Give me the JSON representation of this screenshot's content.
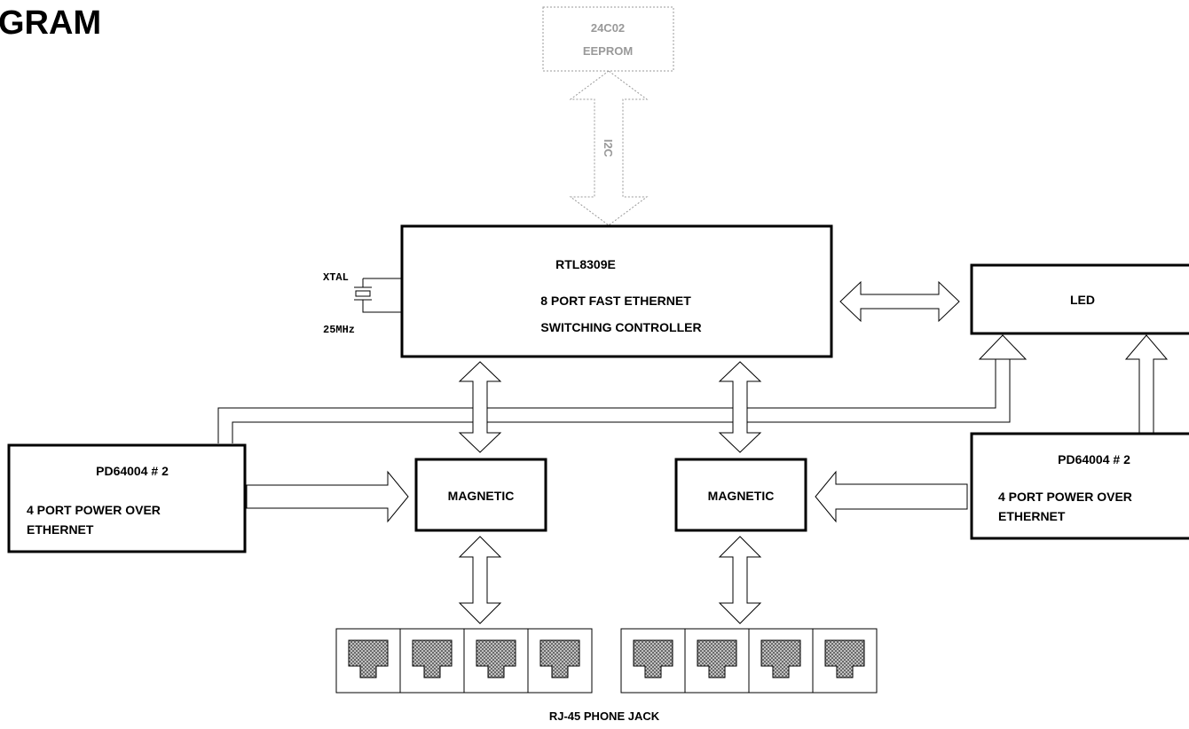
{
  "heading": "GRAM",
  "eeprom": {
    "line1": "24C02",
    "line2": "EEPROM"
  },
  "bus_label": "I2C",
  "controller": {
    "part": "RTL8309E",
    "line1": "8 PORT FAST ETHERNET",
    "line2": "SWITCHING CONTROLLER"
  },
  "crystal": {
    "label": "XTAL",
    "freq": "25MHz"
  },
  "led": {
    "label": "LED"
  },
  "poe_left": {
    "part": "PD64004 # 2",
    "line1": "4 PORT POWER OVER",
    "line2": "ETHERNET"
  },
  "poe_right": {
    "part": "PD64004 # 2",
    "line1": "4 PORT POWER OVER",
    "line2": "ETHERNET"
  },
  "magnetic_left": {
    "label": "MAGNETIC"
  },
  "magnetic_right": {
    "label": "MAGNETIC"
  },
  "jacks": {
    "caption": "RJ-45 PHONE JACK",
    "left_count": 4,
    "right_count": 4
  },
  "colors": {
    "line": "#000000",
    "faded": "#999999",
    "jack_fill": "#aaaaaa"
  }
}
